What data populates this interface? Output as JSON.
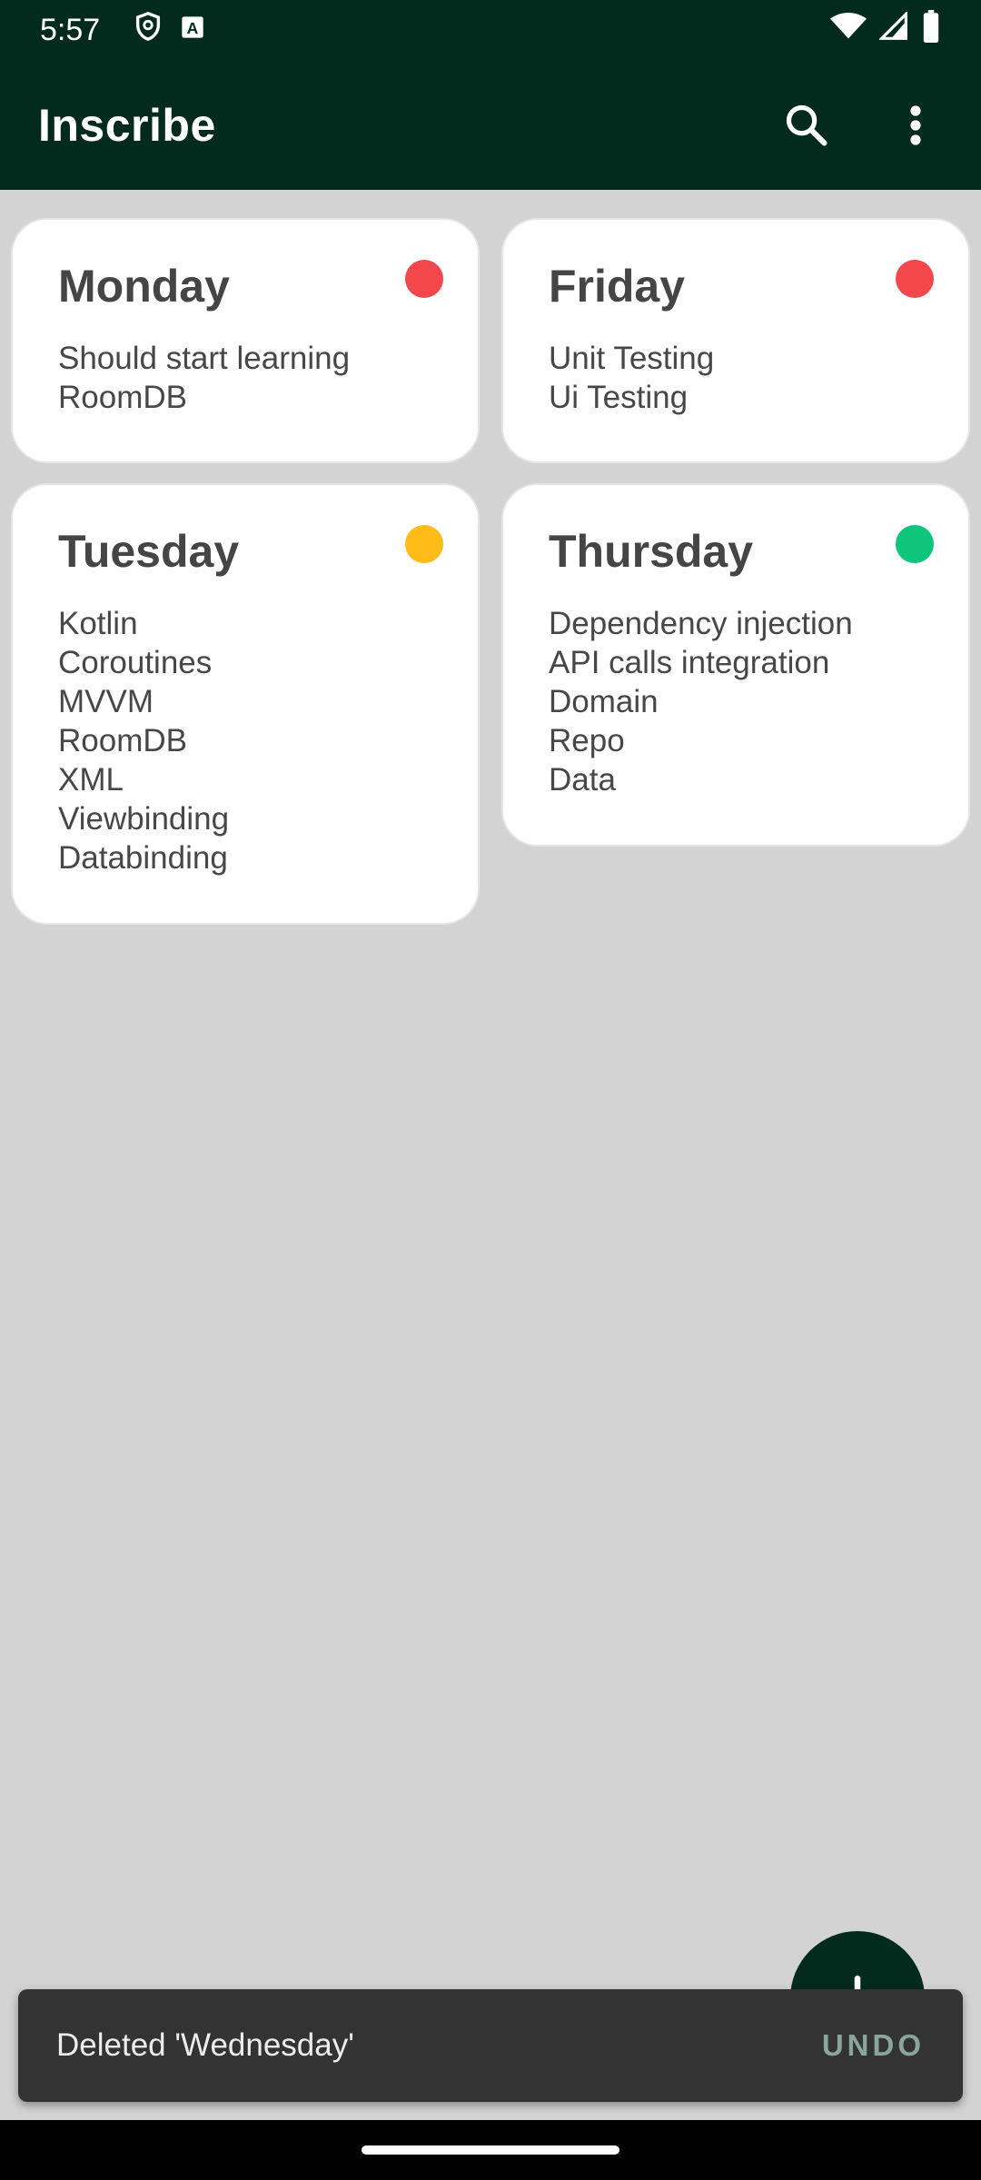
{
  "status_bar": {
    "time": "5:57",
    "icons": [
      "shield-icon",
      "keyboard-a-icon",
      "wifi-icon",
      "signal-icon",
      "battery-icon"
    ]
  },
  "app_bar": {
    "title": "Inscribe",
    "actions": [
      "search-icon",
      "more-vert-icon"
    ]
  },
  "notes": [
    {
      "title": "Monday",
      "body": "Should start learning\nRoomDB",
      "color": "#f4474b"
    },
    {
      "title": "Friday",
      "body": "Unit Testing\nUi Testing",
      "color": "#f4474b"
    },
    {
      "title": "Tuesday",
      "body": "Kotlin\nCoroutines\nMVVM\nRoomDB\nXML\nViewbinding\nDatabinding",
      "color": "#ffbb17"
    },
    {
      "title": "Thursday",
      "body": "Dependency injection\nAPI calls integration\nDomain\nRepo\nData",
      "color": "#0fc47b"
    }
  ],
  "fab": {
    "icon": "add-icon"
  },
  "snackbar": {
    "message": "Deleted 'Wednesday'",
    "action": "UNDO"
  },
  "colors": {
    "primary": "#022b1e",
    "background": "#d3d3d3",
    "snackbar": "#333333"
  }
}
